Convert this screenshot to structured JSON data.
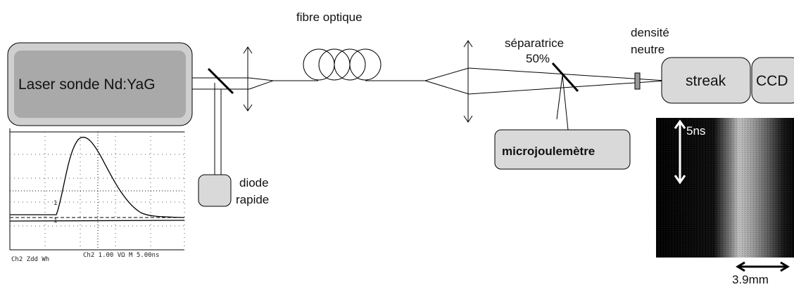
{
  "labels": {
    "laser": "Laser sonde Nd:YaG",
    "fibre": "fibre optique",
    "separatrice_line1": "séparatrice",
    "separatrice_line2": "50%",
    "densite_line1": "densité",
    "densite_line2": "neutre",
    "streak": "streak",
    "ccd": "CCD",
    "microjoulemetre": "microjoulemètre",
    "diode_line1": "diode",
    "diode_line2": "rapide",
    "time_scale": "5ns",
    "space_scale": "3.9mm"
  },
  "oscilloscope": {
    "readout": "Ch2    1.00 VΩ    M 5.00ns",
    "footer_partial": "Ch2  Zdd  Wh",
    "marker_1": "1",
    "marker_2": "1"
  },
  "colors": {
    "box_outer": "#cfcfcf",
    "box_inner": "#a9a9a9",
    "box_gray": "#d9d9d9",
    "streak_bg": "#000000",
    "stroke": "#000000"
  }
}
